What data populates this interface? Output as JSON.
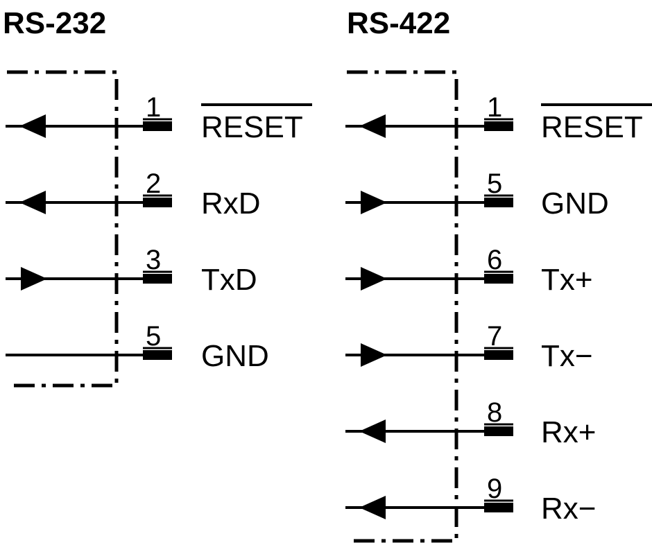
{
  "connectors": [
    {
      "title": "RS-232",
      "pins": [
        {
          "number": "1",
          "label": "RESET",
          "overline": true,
          "direction": "out"
        },
        {
          "number": "2",
          "label": "RxD",
          "overline": false,
          "direction": "out"
        },
        {
          "number": "3",
          "label": "TxD",
          "overline": false,
          "direction": "in"
        },
        {
          "number": "5",
          "label": "GND",
          "overline": false,
          "direction": "none"
        }
      ]
    },
    {
      "title": "RS-422",
      "pins": [
        {
          "number": "1",
          "label": "RESET",
          "overline": true,
          "direction": "out"
        },
        {
          "number": "5",
          "label": "GND",
          "overline": false,
          "direction": "in"
        },
        {
          "number": "6",
          "label": "Tx+",
          "overline": false,
          "direction": "in"
        },
        {
          "number": "7",
          "label": "Tx−",
          "overline": false,
          "direction": "in"
        },
        {
          "number": "8",
          "label": "Rx+",
          "overline": false,
          "direction": "out"
        },
        {
          "number": "9",
          "label": "Rx−",
          "overline": false,
          "direction": "out"
        }
      ]
    }
  ],
  "colors": {
    "line": "#000000",
    "background": "#ffffff"
  }
}
